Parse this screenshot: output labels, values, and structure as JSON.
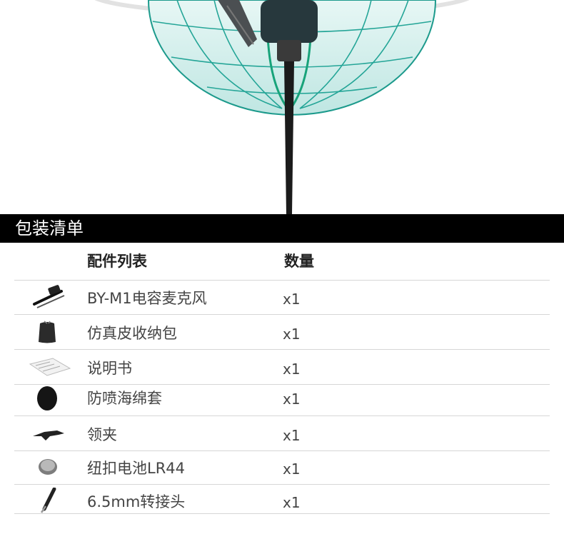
{
  "section_title": "包装清单",
  "table": {
    "col_item": "配件列表",
    "col_qty": "数量",
    "rows": [
      {
        "icon": "microphone-icon",
        "name": "BY-M1电容麦克风",
        "qty": "x1"
      },
      {
        "icon": "pouch-icon",
        "name": "仿真皮收纳包",
        "qty": "x1"
      },
      {
        "icon": "manual-icon",
        "name": "说明书",
        "qty": "x1"
      },
      {
        "icon": "foam-windscreen-icon",
        "name": "防喷海绵套",
        "qty": "x1"
      },
      {
        "icon": "lapel-clip-icon",
        "name": "领夹",
        "qty": "x1"
      },
      {
        "icon": "battery-icon",
        "name": "纽扣电池LR44",
        "qty": "x1"
      },
      {
        "icon": "adapter-icon",
        "name": "6.5mm转接头",
        "qty": "x1"
      }
    ]
  }
}
